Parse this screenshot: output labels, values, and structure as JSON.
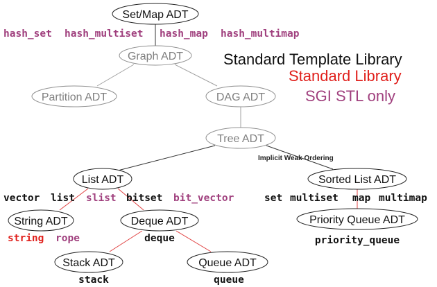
{
  "colors": {
    "stl": "#111111",
    "std": "#e0201c",
    "sgi": "#a0407e",
    "gray": "#808080",
    "edge_black": "#333333",
    "edge_gray": "#a0a0a0",
    "edge_red": "#e04040"
  },
  "legend": {
    "stl": "Standard Template Library",
    "std": "Standard Library",
    "sgi": "SGI STL only"
  },
  "nodes": {
    "setmap": "Set/Map ADT",
    "graph": "Graph ADT",
    "partition": "Partition ADT",
    "dag": "DAG ADT",
    "tree": "Tree ADT",
    "list": "List ADT",
    "sorted": "Sorted List ADT",
    "string": "String ADT",
    "deque": "Deque ADT",
    "pq": "Priority Queue ADT",
    "stack": "Stack ADT",
    "queue": "Queue ADT"
  },
  "containers": {
    "hash_set": "hash_set",
    "hash_multiset": "hash_multiset",
    "hash_map": "hash_map",
    "hash_multimap": "hash_multimap",
    "vector": "vector",
    "list": "list",
    "slist": "slist",
    "bitset": "bitset",
    "bit_vector": "bit_vector",
    "string": "string",
    "rope": "rope",
    "deque": "deque",
    "stack": "stack",
    "queue": "queue",
    "set": "set",
    "multiset": "multiset",
    "map": "map",
    "multimap": "multimap",
    "priority_queue": "priority_queue"
  },
  "edge_label": "Implicit Weak Ordering"
}
